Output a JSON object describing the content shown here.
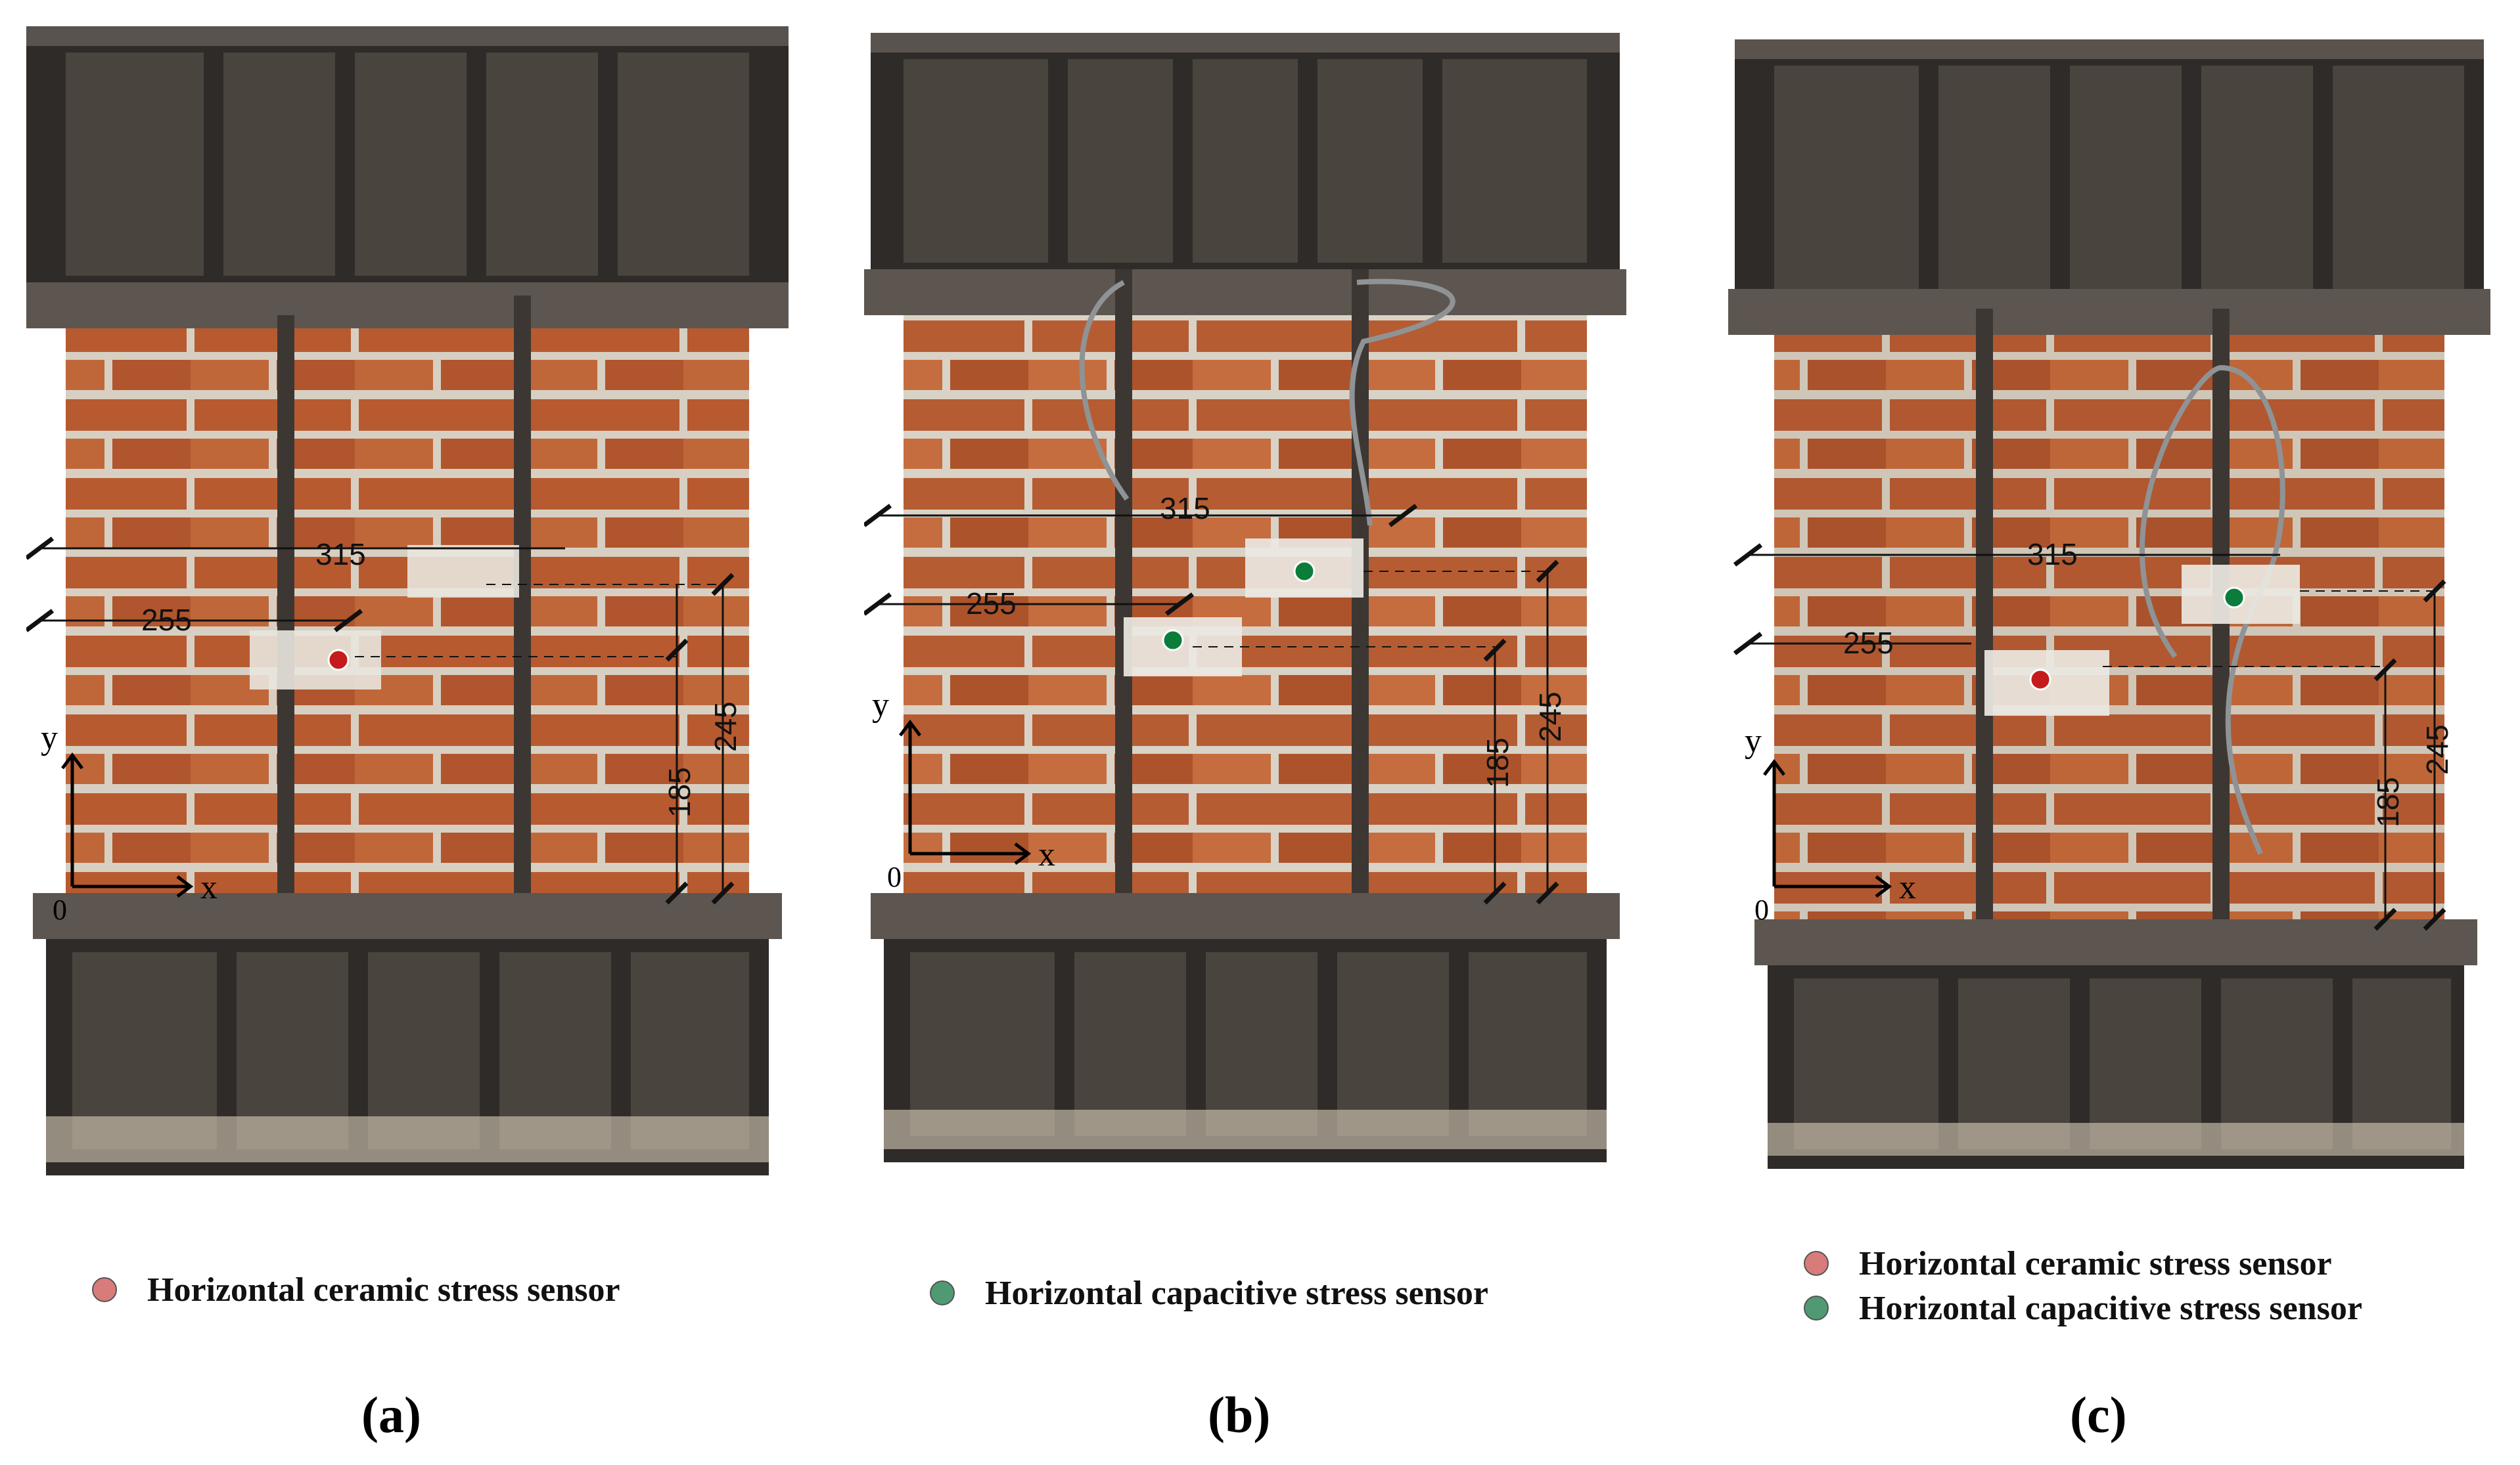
{
  "colors": {
    "ceramic": "#d87b7b",
    "capacitive": "#4f9a72",
    "ceramic_marker": "#c61b1b",
    "capacitive_marker": "#0b7d3a",
    "brick": "#b85a30",
    "mortar": "#d7cfc2",
    "steel": "#3d3733"
  },
  "panels": [
    {
      "id": "a",
      "dims": {
        "horizontal_top": "315",
        "horizontal_bottom": "255",
        "vertical_inner": "185",
        "vertical_outer": "245"
      },
      "axes": {
        "x": "x",
        "y": "y",
        "origin": "0"
      },
      "markers": [
        "ceramic"
      ],
      "legend": [
        {
          "type": "ceramic",
          "label": "Horizontal ceramic stress sensor"
        }
      ],
      "caption": "(a)"
    },
    {
      "id": "b",
      "dims": {
        "horizontal_top": "315",
        "horizontal_bottom": "255",
        "vertical_inner": "185",
        "vertical_outer": "245"
      },
      "axes": {
        "x": "x",
        "y": "y",
        "origin": "0"
      },
      "markers": [
        "capacitive",
        "capacitive"
      ],
      "legend": [
        {
          "type": "capacitive",
          "label": "Horizontal capacitive stress sensor"
        }
      ],
      "caption": "(b)"
    },
    {
      "id": "c",
      "dims": {
        "horizontal_top": "315",
        "horizontal_bottom": "255",
        "vertical_inner": "185",
        "vertical_outer": "245"
      },
      "axes": {
        "x": "x",
        "y": "y",
        "origin": "0"
      },
      "markers": [
        "ceramic",
        "capacitive"
      ],
      "legend": [
        {
          "type": "ceramic",
          "label": "Horizontal ceramic stress sensor"
        },
        {
          "type": "capacitive",
          "label": "Horizontal capacitive stress sensor"
        }
      ],
      "caption": "(c)"
    }
  ]
}
